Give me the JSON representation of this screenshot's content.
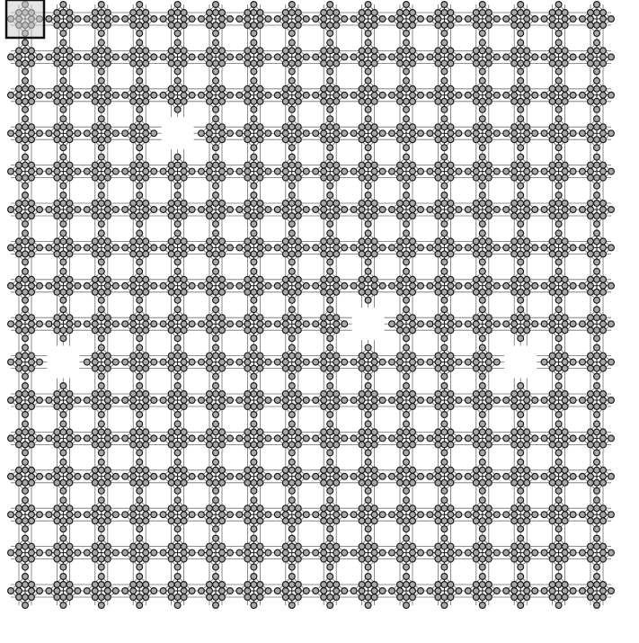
{
  "diagram": {
    "kind": "qubit-lattice",
    "grid": {
      "rows": 16,
      "cols": 16
    },
    "cell_nodes_per_arm": 3,
    "highlighted_cell": {
      "row": 0,
      "col": 0
    },
    "missing_cells": [
      {
        "row": 3,
        "col": 4
      },
      {
        "row": 8,
        "col": 9
      },
      {
        "row": 9,
        "col": 1
      },
      {
        "row": 9,
        "col": 13
      }
    ],
    "colors": {
      "background": "#ffffff",
      "lattice_line": "#6f6f6f",
      "coupler_line": "#8a8a8a",
      "node_fill": "#a9a9a9",
      "node_stroke": "#1a1a1a",
      "highlight_fill": "#cfcfcf",
      "highlight_stroke": "#111111"
    }
  }
}
